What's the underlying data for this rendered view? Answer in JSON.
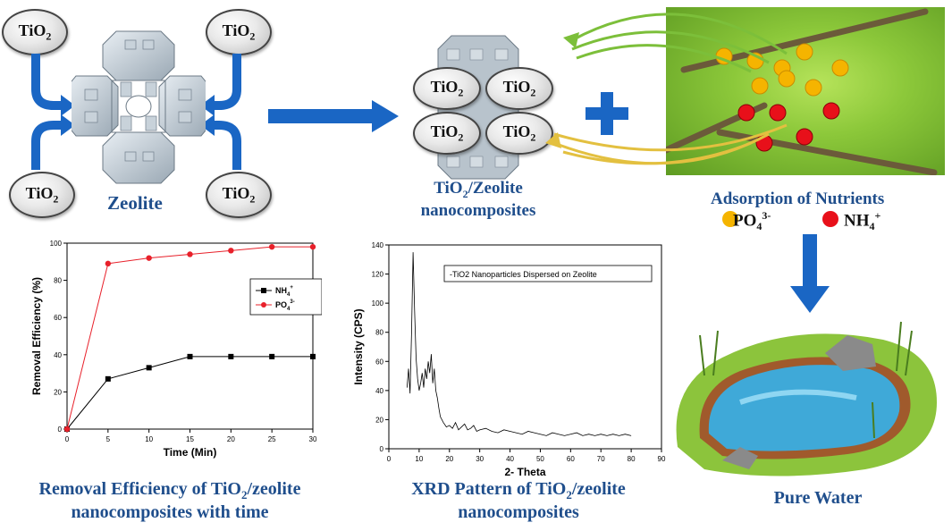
{
  "tio2_label": "TiO2",
  "tio2_main": "TiO",
  "tio2_sub": "2",
  "zeolite_label": "Zeolite",
  "composite_caption": {
    "line1_pre": "TiO",
    "line1_sub": "2",
    "line1_post": "/Zeolite",
    "line2": "nanocomposites"
  },
  "adsorption_title": "Adsorption of Nutrients",
  "legend_po4": {
    "base": "PO",
    "sub": "4",
    "sup": "3-"
  },
  "legend_nh4": {
    "base": "NH",
    "sub": "4",
    "sup": "+"
  },
  "pure_water": "Pure Water",
  "removal_caption": {
    "line1_pre": "Removal Efficiency of TiO",
    "line1_sub": "2",
    "line1_post": "/zeolite",
    "line2": "nanocomposites with time"
  },
  "xrd_caption": {
    "line1_pre": "XRD Pattern of TiO",
    "line1_sub": "2",
    "line1_post": "/zeolite",
    "line2": "nanocomposites"
  },
  "colors": {
    "arrow_blue": "#1a66c4",
    "caption_blue": "#1f4e8c",
    "pond_green": "#7cc23a",
    "po4_dot": "#f5b400",
    "nh4_dot": "#e8101a"
  },
  "icons": [
    "plus-icon",
    "right-arrow-icon",
    "down-arrow-icon",
    "zeolite-structure-icon",
    "pond-icon",
    "pure-water-pond-icon"
  ],
  "chart_data": [
    {
      "type": "line",
      "xlabel": "Time (Min)",
      "ylabel": "Removal Efficiency (%)",
      "xlim": [
        0,
        30
      ],
      "ylim": [
        0,
        100
      ],
      "xticks": [
        0,
        5,
        10,
        15,
        20,
        25,
        30
      ],
      "yticks": [
        0,
        20,
        40,
        60,
        80,
        100
      ],
      "legend_position": "right",
      "series": [
        {
          "name": "NH4+",
          "name_base": "NH",
          "name_sub": "4",
          "name_sup": "+",
          "color": "#000000",
          "marker": "square",
          "x": [
            0,
            5,
            10,
            15,
            20,
            25,
            30
          ],
          "y": [
            0,
            27,
            33,
            39,
            39,
            39,
            39
          ]
        },
        {
          "name": "PO43-",
          "name_base": "PO",
          "name_sub": "4",
          "name_sup": "3-",
          "color": "#e8202a",
          "marker": "circle",
          "x": [
            0,
            5,
            10,
            15,
            20,
            25,
            30
          ],
          "y": [
            0,
            89,
            92,
            94,
            96,
            98,
            98
          ]
        }
      ]
    },
    {
      "type": "line",
      "xlabel": "2- Theta",
      "ylabel": "Intensity (CPS)",
      "xlim": [
        0,
        90
      ],
      "ylim": [
        0,
        140
      ],
      "xticks": [
        0,
        10,
        20,
        30,
        40,
        50,
        60,
        70,
        80,
        90
      ],
      "yticks": [
        0,
        20,
        40,
        60,
        80,
        100,
        120,
        140
      ],
      "legend_position": "top-right",
      "series": [
        {
          "name": "-TiO2 Nanoparticles Dispersed on Zeolite",
          "color": "#000000",
          "x": [
            6,
            6.5,
            7,
            7.5,
            8,
            8.5,
            9,
            9.5,
            10,
            10.5,
            11,
            11.5,
            12,
            12.5,
            13,
            13.5,
            14,
            14.5,
            15,
            15.5,
            16,
            16.5,
            17,
            18,
            19,
            20,
            21,
            22,
            23,
            24,
            25,
            26,
            27,
            28,
            29,
            30,
            32,
            34,
            36,
            38,
            40,
            42,
            44,
            46,
            48,
            50,
            52,
            54,
            56,
            58,
            60,
            62,
            64,
            66,
            68,
            70,
            72,
            74,
            76,
            78,
            80
          ],
          "y": [
            42,
            55,
            38,
            80,
            135,
            95,
            62,
            48,
            40,
            45,
            52,
            42,
            55,
            48,
            60,
            52,
            65,
            45,
            55,
            40,
            35,
            28,
            22,
            18,
            15,
            16,
            14,
            18,
            13,
            15,
            17,
            13,
            14,
            16,
            12,
            13,
            14,
            12,
            11,
            13,
            12,
            11,
            10,
            12,
            11,
            10,
            9,
            11,
            10,
            9,
            10,
            11,
            9,
            10,
            9,
            10,
            9,
            10,
            9,
            10,
            9
          ]
        }
      ]
    }
  ]
}
